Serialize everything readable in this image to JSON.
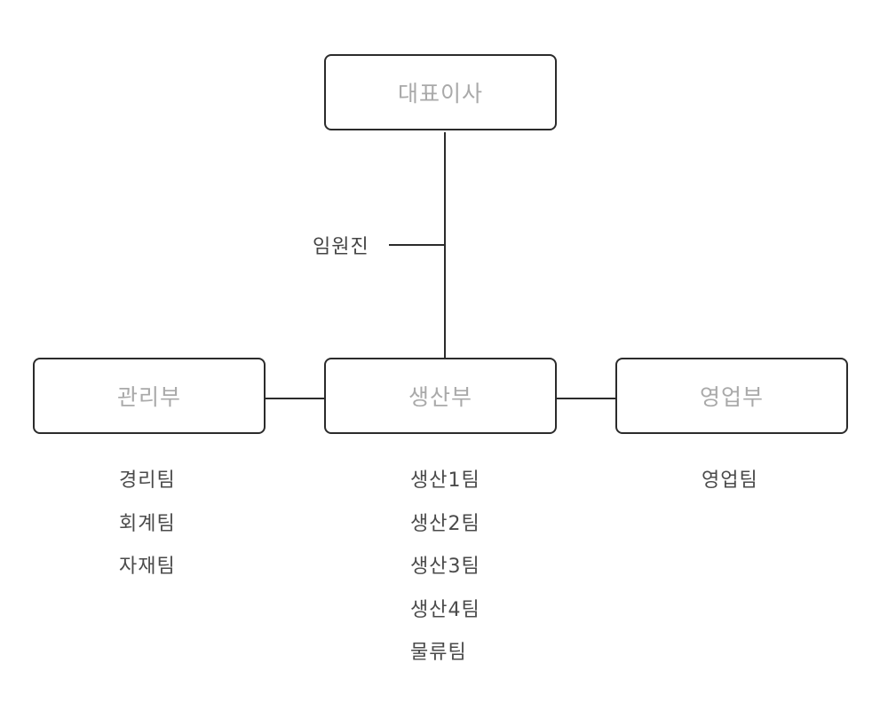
{
  "org_chart": {
    "ceo": {
      "label": "대표이사"
    },
    "executive": {
      "label": "임원진"
    },
    "departments": [
      {
        "id": "admin",
        "label": "관리부",
        "teams": [
          "경리팀",
          "회계팀",
          "자재팀"
        ]
      },
      {
        "id": "production",
        "label": "생산부",
        "teams": [
          "생산1팀",
          "생산2팀",
          "생산3팀",
          "생산4팀",
          "물류팀"
        ]
      },
      {
        "id": "sales",
        "label": "영업부",
        "teams": [
          "영업팀"
        ]
      }
    ]
  },
  "colors": {
    "box_border": "#2b2b2b",
    "box_text": "#a9a9a9",
    "line": "#2b2b2b",
    "team_text": "#4a4a4a"
  }
}
